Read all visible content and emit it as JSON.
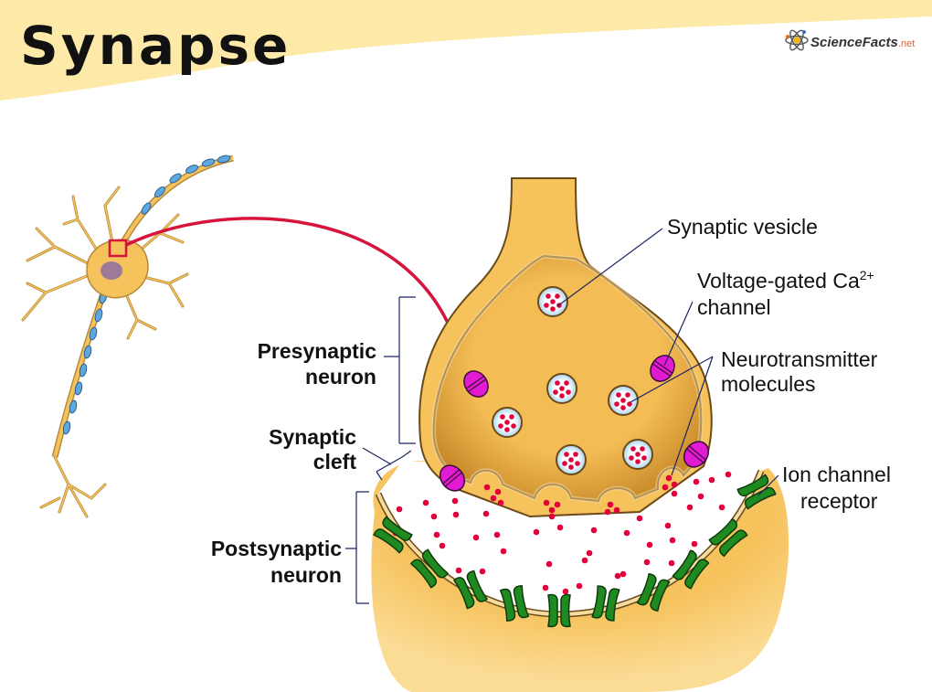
{
  "header": {
    "title": "Synapse",
    "logo": {
      "name": "ScienceFacts",
      "suffix": ".net",
      "icon": "atom-icon"
    },
    "band_color": "#fdeaa9"
  },
  "labels": {
    "synaptic_vesicle": "Synaptic vesicle",
    "ca_channel_line1": "Voltage-gated Ca",
    "ca_channel_sup": "2+",
    "ca_channel_line2": "channel",
    "neurotransmitter_line1": "Neurotransmitter",
    "neurotransmitter_line2": "molecules",
    "ion_channel_line1": "Ion channel",
    "ion_channel_line2": "receptor",
    "presynaptic_line1": "Presynaptic",
    "presynaptic_line2": "neuron",
    "cleft_line1": "Synaptic",
    "cleft_line2": "cleft",
    "postsynaptic_line1": "Postsynaptic",
    "postsynaptic_line2": "neuron"
  },
  "colors": {
    "cytoplasm": "#f6c25c",
    "membrane": "#f7dca0",
    "vesicle": "#d8eef8",
    "neurotransmitter": "#e3003a",
    "ca_channel": "#e21ad1",
    "receptor": "#1f8a1f",
    "arrow": "#d6143c",
    "leader_line": "#1a2466",
    "myelin": "#5fa8de"
  }
}
